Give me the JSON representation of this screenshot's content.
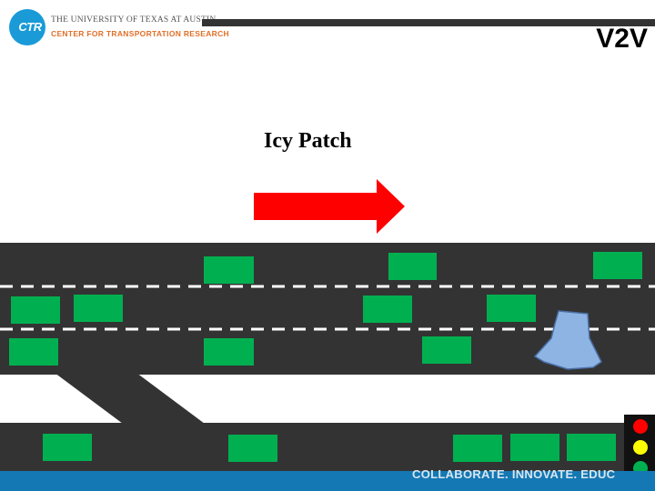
{
  "header": {
    "logo_text": "CTR",
    "university": "THE UNIVERSITY OF TEXAS AT AUSTIN",
    "center": "CENTER FOR TRANSPORTATION RESEARCH"
  },
  "slide": {
    "title": "V2V",
    "hazard_label": "Icy Patch"
  },
  "footer": {
    "tagline": "COLLABORATE. INNOVATE. EDUC"
  },
  "colors": {
    "road": "#333333",
    "car": "#00b050",
    "arrow": "#ff0000",
    "ice": "#8eb4e3",
    "footer": "#1478b4",
    "light_red": "#ff0000",
    "light_yellow": "#ffff00",
    "light_green": "#00b050"
  }
}
